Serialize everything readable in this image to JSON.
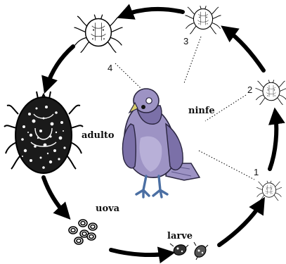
{
  "labels": {
    "adult": "adulto",
    "eggs": "uova",
    "larvae": "larve",
    "nymphs": "ninfe"
  },
  "stages": {
    "s1": "1",
    "s2": "2",
    "s3": "3",
    "s4": "4"
  },
  "colors": {
    "pigeon_body": "#9d93c4",
    "pigeon_dark": "#7b70a8",
    "pigeon_light": "#b8b0d8",
    "pigeon_beak": "#d9cf6c",
    "pigeon_feet": "#4b6fa3",
    "arrow": "#000000",
    "mite_engorged": "#1a1a1a"
  },
  "icons": {
    "center": "pigeon-icon",
    "adult_engorged": "engorged-mite-icon",
    "mite": "mite-icon",
    "eggs": "eggs-icon",
    "larvae": "larva-icon"
  }
}
